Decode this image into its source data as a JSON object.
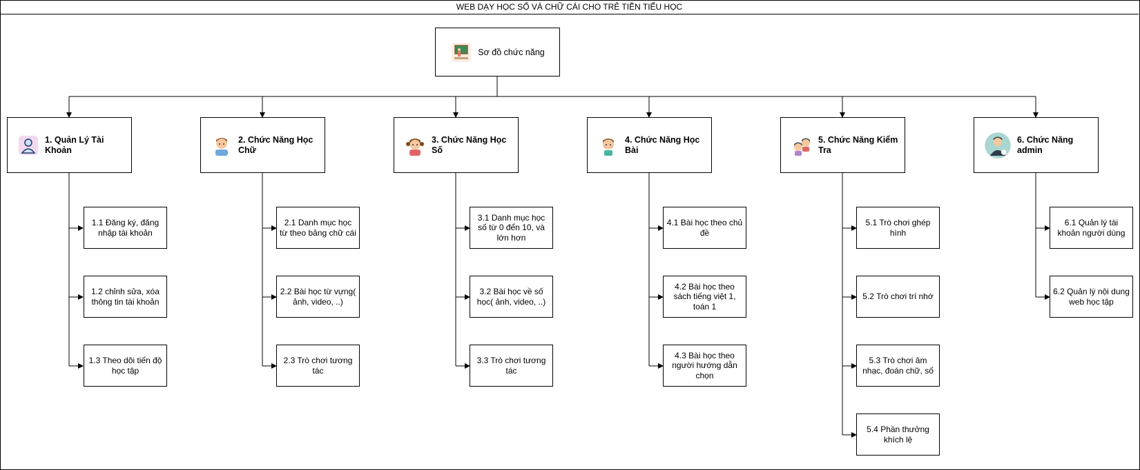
{
  "title": "WEB DẠY HỌC SỐ VÀ CHỮ CÁI CHO TRẺ TIỀN TIỂU HỌC",
  "root": {
    "label": "Sơ đồ chức năng",
    "icon": "classroom-icon"
  },
  "modules": [
    {
      "label": "1. Quản Lý Tài Khoản",
      "icon": "user-icon",
      "children": [
        "1.1 Đăng ký, đăng nhập tài khoản",
        "1.2 chỉnh sửa, xóa thông tin tài khoản",
        "1.3 Theo dõi tiến độ học tập"
      ]
    },
    {
      "label": "2. Chức Năng Học Chữ",
      "icon": "boy-icon",
      "children": [
        "2.1 Danh mục học từ theo bảng chữ cái",
        "2.2 Bài học từ vựng( ảnh, video, ..)",
        "2.3 Trò chơi tương tác"
      ]
    },
    {
      "label": "3. Chức Năng Học Số",
      "icon": "girl-icon",
      "children": [
        "3.1 Danh mục học số từ 0 đến 10, và lớn hơn",
        "3.2 Bài học về số học( ảnh, video, ..)",
        "3.3 Trò chơi tương tác"
      ]
    },
    {
      "label": "4. Chức Năng Học Bài",
      "icon": "child-icon",
      "children": [
        "4.1 Bài học theo chủ đề",
        "4.2 Bài học theo sách tiếng việt 1, toán 1",
        "4.3 Bài học theo người hướng dẫn chọn"
      ]
    },
    {
      "label": "5. Chức Năng Kiểm Tra",
      "icon": "children-icon",
      "children": [
        "5.1 Trò chơi ghép hình",
        "5.2 Trò chơi trí nhớ",
        "5.3 Trò chơi âm nhạc, đoán chữ, số",
        "5.4 Phần thưởng khích lệ"
      ]
    },
    {
      "label": "6. Chức Năng admin",
      "icon": "admin-icon",
      "children": [
        "6.1 Quản lý tài khoản người dùng",
        "6.2 Quản lý nội dung web học tập"
      ]
    }
  ]
}
